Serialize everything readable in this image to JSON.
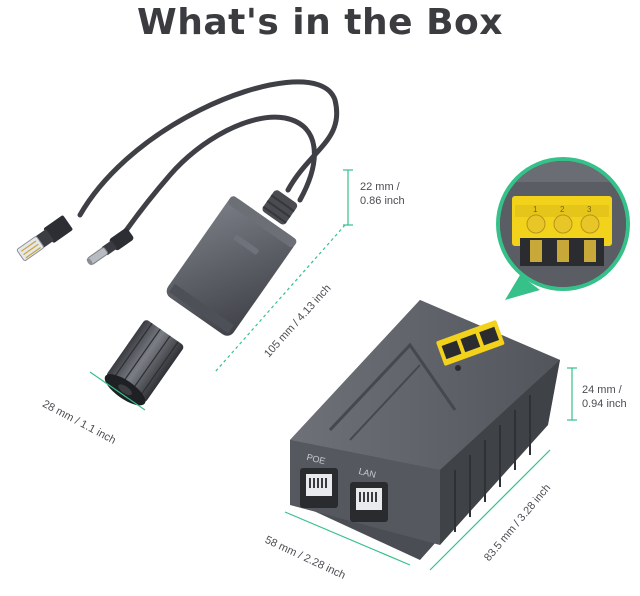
{
  "title": "What's in the Box",
  "dimensions": {
    "splitter_tip_line1": "22 mm /",
    "splitter_tip_line2": "0.86 inch",
    "splitter_length": "105 mm / 4.13 inch",
    "splitter_diameter": "28 mm / 1.1 inch",
    "box_height_line1": "24 mm /",
    "box_height_line2": "0.94 inch",
    "box_width": "58 mm / 2.28 inch",
    "box_depth": "83.5 mm / 3.28 inch"
  },
  "port_labels": {
    "poe": "POE",
    "lan": "LAN"
  },
  "terminal_numbers": [
    "1",
    "2",
    "3"
  ],
  "colors": {
    "accent_green": "#36c08a",
    "device_gray": "#5c5f66",
    "terminal_yellow": "#f2d21b"
  },
  "icons": [
    "ethernet-plug-icon",
    "dc-barrel-plug-icon"
  ]
}
